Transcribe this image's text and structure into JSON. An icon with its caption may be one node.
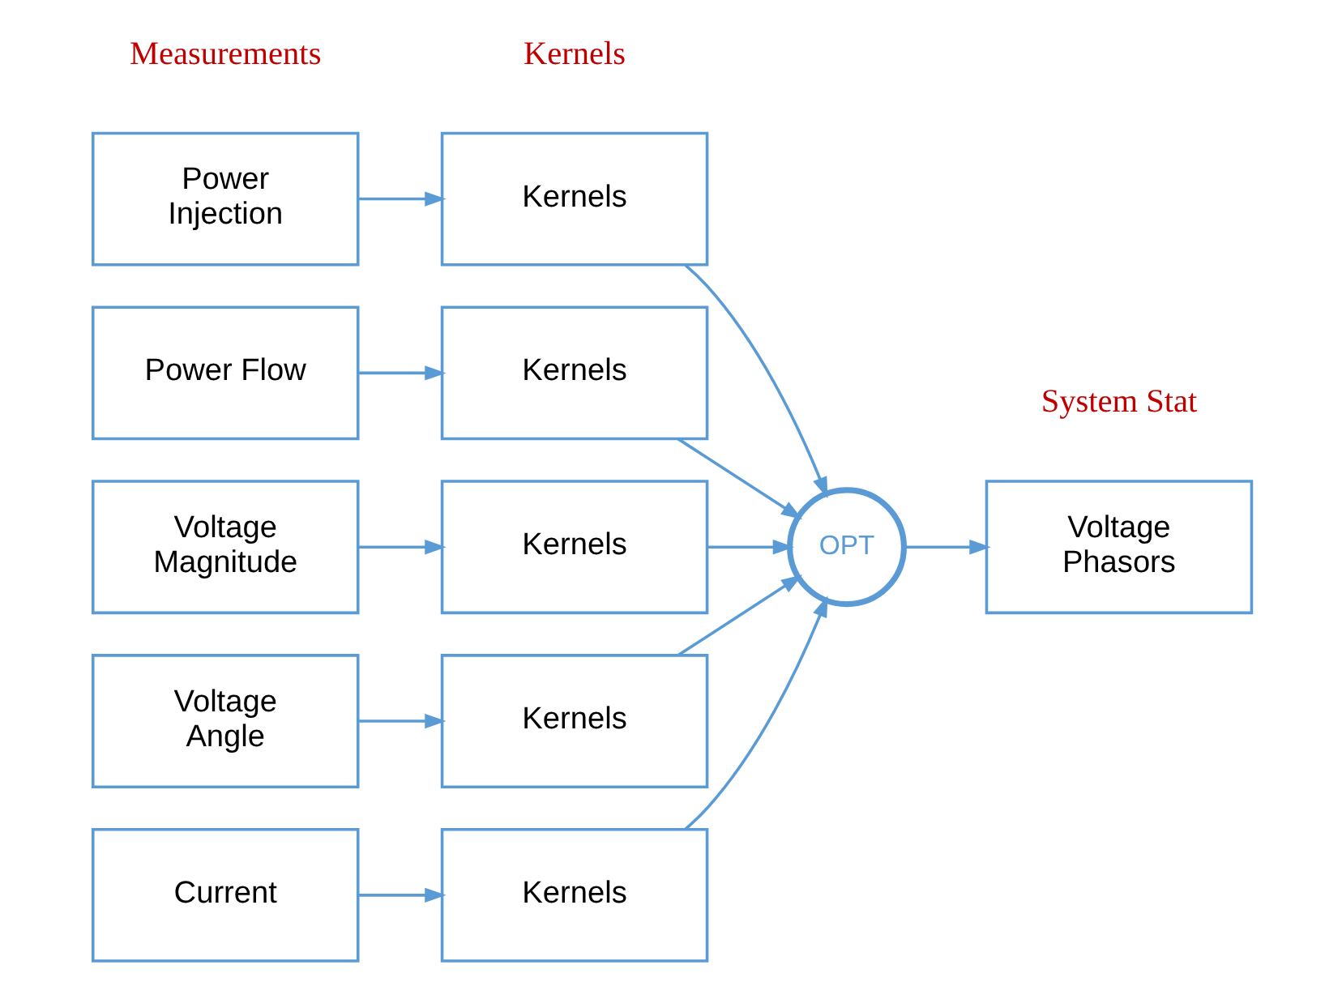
{
  "diagram": {
    "nodes": [
      {
        "text": [
          "Power Injection"
        ]
      },
      {
        "text": [
          "Power Flow"
        ]
      },
      {
        "text": [
          "Voltage Magnitude"
        ]
      },
      {
        "text": [
          "Voltage Angle"
        ]
      },
      {
        "text": [
          "Current"
        ]
      },
      {
        "text": [
          "Kernels"
        ]
      },
      {
        "text": [
          "Kernels"
        ]
      },
      {
        "text": [
          "Kernels"
        ]
      },
      {
        "text": [
          "Kernels"
        ]
      },
      {
        "text": [
          "Kernels"
        ]
      },
      {
        "text": [
          "OPT"
        ]
      },
      {
        "text": [
          "Voltage Phasors"
        ]
      }
    ],
    "edges": [
      {
        "from": 0,
        "to": 5,
        "arrow": "to"
      },
      {
        "from": 1,
        "to": 6,
        "arrow": "to"
      },
      {
        "from": 2,
        "to": 7,
        "arrow": "to"
      },
      {
        "from": 3,
        "to": 8,
        "arrow": "to"
      },
      {
        "from": 4,
        "to": 9,
        "arrow": "to"
      },
      {
        "from": 5,
        "to": 10,
        "arrow": "to"
      },
      {
        "from": 6,
        "to": 10,
        "arrow": "to"
      },
      {
        "from": 7,
        "to": 10,
        "arrow": "to"
      },
      {
        "from": 8,
        "to": 10,
        "arrow": "to"
      },
      {
        "from": 9,
        "to": 10,
        "arrow": "to"
      },
      {
        "from": 10,
        "to": 11,
        "arrow": "to"
      }
    ],
    "labels": [
      "Measurements",
      "Kernels",
      "System Stat"
    ]
  }
}
